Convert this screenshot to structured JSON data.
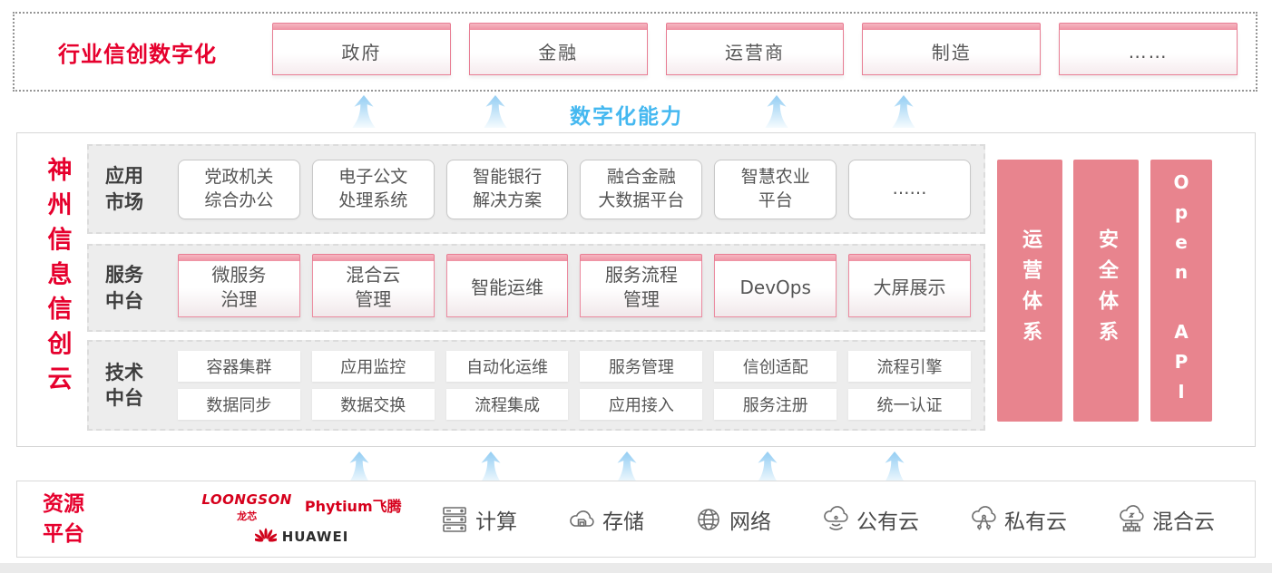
{
  "top_band": {
    "label": "行业信创数字化",
    "industries": [
      {
        "label": "政府"
      },
      {
        "label": "金融"
      },
      {
        "label": "运营商"
      },
      {
        "label": "制造"
      },
      {
        "label": "……"
      }
    ]
  },
  "capability": {
    "label": "数字化能力"
  },
  "platform": {
    "vertical_title": "神州信息信创云",
    "app_row": {
      "label_lines": [
        "应用",
        "市场"
      ],
      "items": [
        {
          "lines": [
            "党政机关",
            "综合办公"
          ]
        },
        {
          "lines": [
            "电子公文",
            "处理系统"
          ]
        },
        {
          "lines": [
            "智能银行",
            "解决方案"
          ]
        },
        {
          "lines": [
            "融合金融",
            "大数据平台"
          ]
        },
        {
          "lines": [
            "智慧农业",
            "平台"
          ]
        },
        {
          "lines": [
            "……",
            ""
          ]
        }
      ]
    },
    "service_row": {
      "label_lines": [
        "服务",
        "中台"
      ],
      "items": [
        {
          "lines": [
            "微服务",
            "治理"
          ]
        },
        {
          "lines": [
            "混合云",
            "管理"
          ]
        },
        {
          "lines": [
            "智能运维",
            ""
          ]
        },
        {
          "lines": [
            "服务流程",
            "管理"
          ]
        },
        {
          "lines": [
            "DevOps",
            ""
          ]
        },
        {
          "lines": [
            "大屏展示",
            ""
          ]
        }
      ]
    },
    "tech_row": {
      "label_lines": [
        "技术",
        "中台"
      ],
      "row1": [
        "容器集群",
        "应用监控",
        "自动化运维",
        "服务管理",
        "信创适配",
        "流程引擎"
      ],
      "row2": [
        "数据同步",
        "数据交换",
        "流程集成",
        "应用接入",
        "服务注册",
        "统一认证"
      ]
    },
    "pillars": [
      {
        "label": "运营体系"
      },
      {
        "label": "安全体系"
      },
      {
        "label": "Open API"
      }
    ]
  },
  "resources": {
    "label_lines": [
      "资源",
      "平台"
    ],
    "vendors": {
      "loongson": "LOONGSON",
      "loongson_sub": "龙芯",
      "phytium": "Phytium飞腾",
      "huawei": "HUAWEI"
    },
    "items": [
      {
        "icon": "server-icon",
        "label": "计算"
      },
      {
        "icon": "storage-cloud-icon",
        "label": "存储"
      },
      {
        "icon": "network-globe-icon",
        "label": "网络"
      },
      {
        "icon": "public-cloud-icon",
        "label": "公有云"
      },
      {
        "icon": "private-cloud-icon",
        "label": "私有云"
      },
      {
        "icon": "hybrid-cloud-icon",
        "label": "混合云"
      }
    ]
  },
  "colors": {
    "brand_red": "#e6002d",
    "pink_bar": "#f2a4b2",
    "pink_border": "#e87d93",
    "pillar_pink": "#e8848e",
    "capability_blue": "#45b8f0",
    "arrow_blue": "#93cdf3",
    "row_gray": "#ededed"
  }
}
